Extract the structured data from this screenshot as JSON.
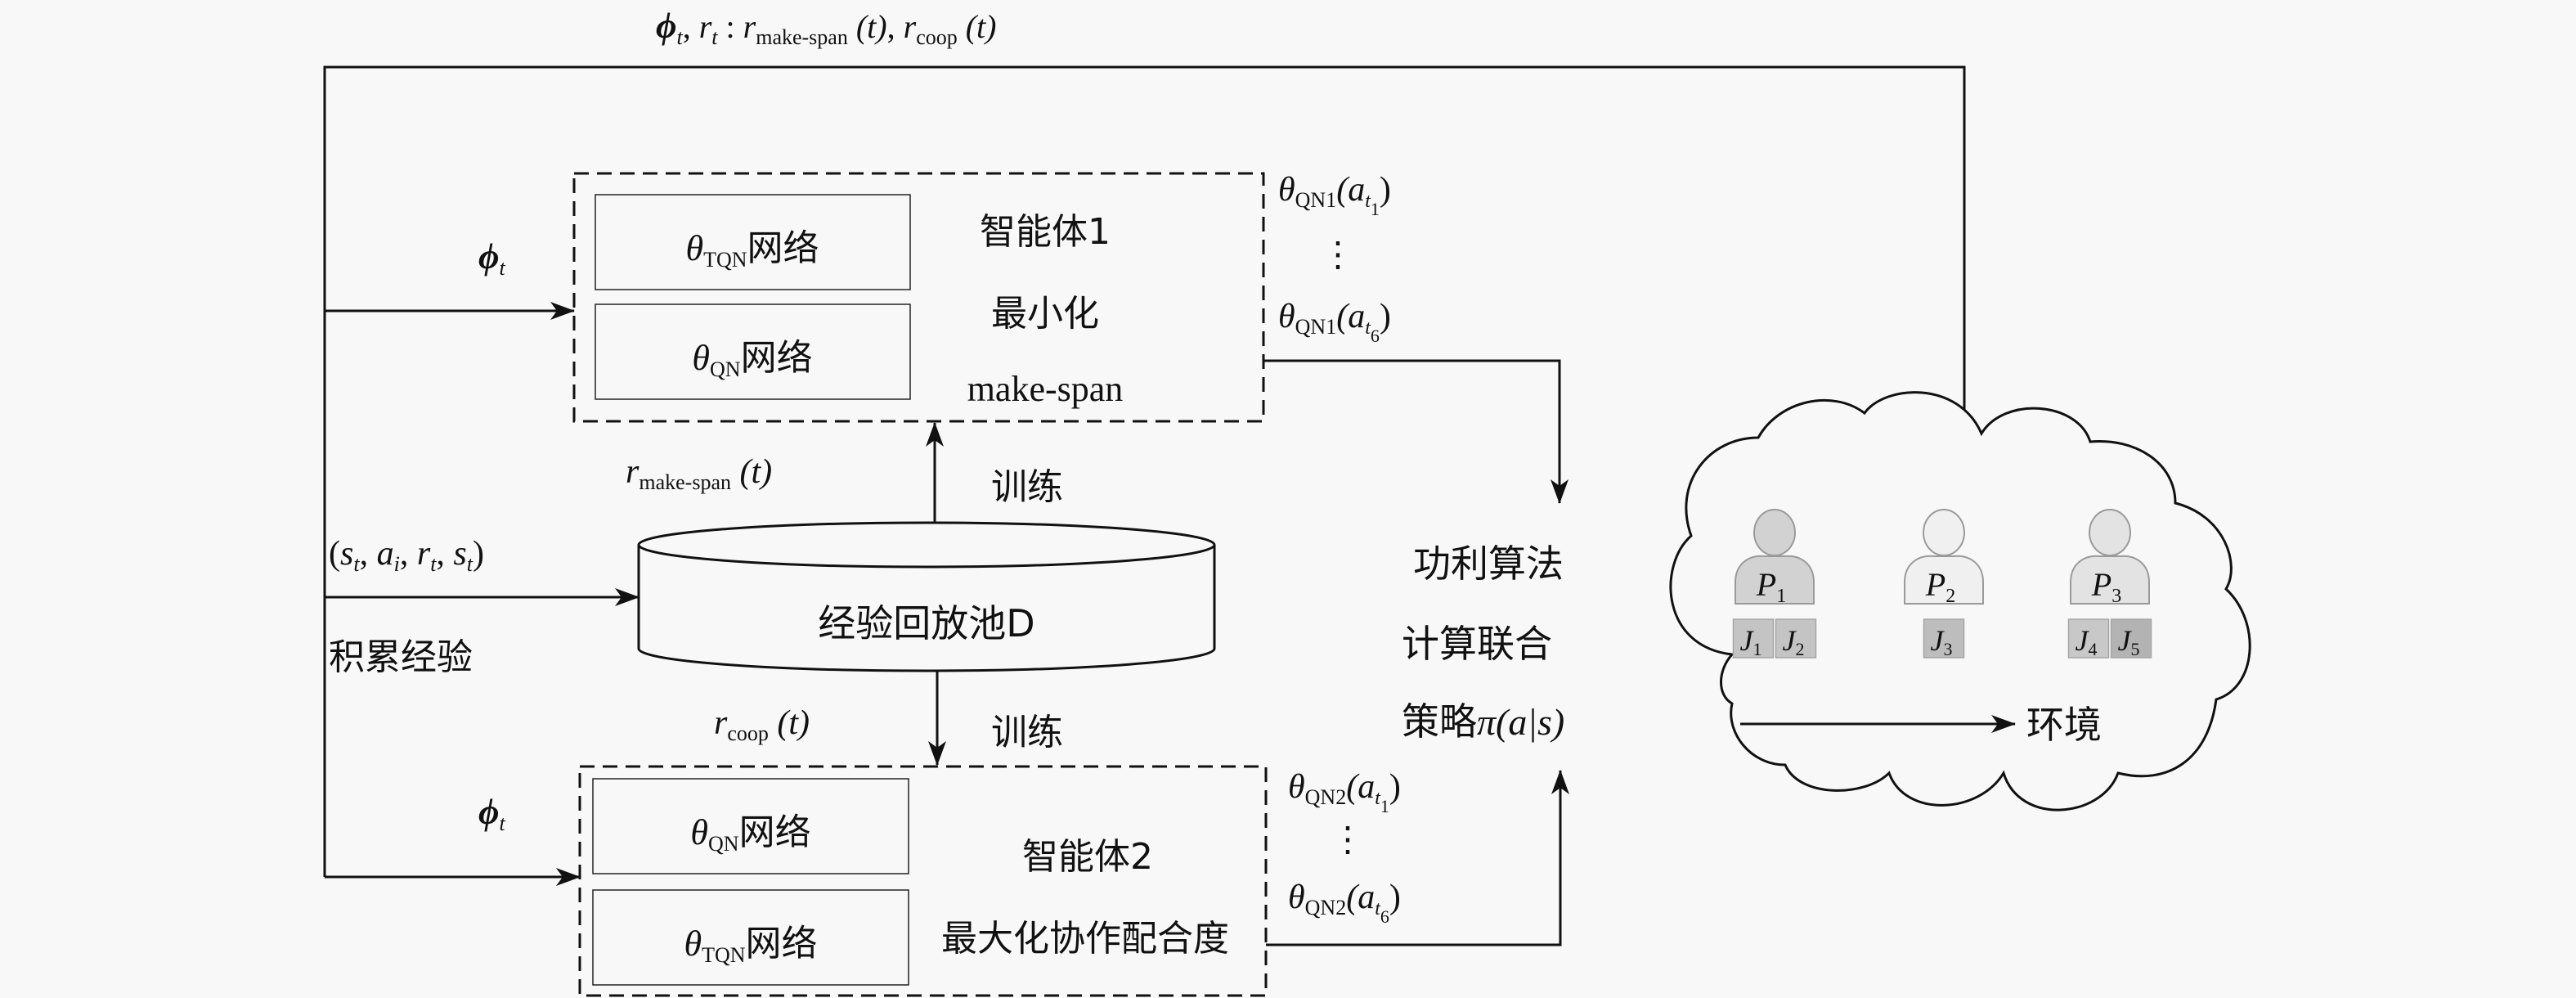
{
  "diagram": {
    "title": {
      "phi": "ϕ",
      "phi_sub": "t",
      "sep1": ", ",
      "r": "r",
      "r_sub": "t",
      "colon": " : ",
      "r1": "r",
      "r1_sub": "make-span",
      "r1_arg": " (t)",
      "sep2": ", ",
      "r2": "r",
      "r2_sub": "coop",
      "r2_arg": " (t)"
    },
    "phi_label_top": {
      "base": "ϕ",
      "sub": "t"
    },
    "phi_label_bottom": {
      "base": "ϕ",
      "sub": "t"
    },
    "transition_tuple": "(s_t, a_i, r_t, s_t)",
    "transition_parts": {
      "open": "(",
      "s1": "s",
      "s1_sub": "t",
      "c1": ", ",
      "a": "a",
      "a_sub": "i",
      "c2": ", ",
      "r": "r",
      "r_sub": "t",
      "c3": ", ",
      "s2": "s",
      "s2_sub": "t",
      "close": ")"
    },
    "accumulate_label": "积累经验",
    "agent1": {
      "net_top": {
        "theta": "θ",
        "sub": "TQN",
        "label": "网络"
      },
      "net_bottom": {
        "theta": "θ",
        "sub": "QN",
        "label": "网络"
      },
      "title": "智能体1",
      "goal_line1": "最小化",
      "goal_line2": "make-span",
      "outputs": [
        {
          "theta": "θ",
          "sub": "QN1",
          "arg_open": "(a",
          "arg_sub": "t",
          "arg_subsub": "1",
          "arg_close": ")"
        },
        {
          "ellipsis": "⋮"
        },
        {
          "theta": "θ",
          "sub": "QN1",
          "arg_open": "(a",
          "arg_sub": "t",
          "arg_subsub": "6",
          "arg_close": ")"
        }
      ]
    },
    "agent2": {
      "net_top": {
        "theta": "θ",
        "sub": "QN",
        "label": "网络"
      },
      "net_bottom": {
        "theta": "θ",
        "sub": "TQN",
        "label": "网络"
      },
      "title": "智能体2",
      "goal": "最大化协作配合度",
      "outputs": [
        {
          "theta": "θ",
          "sub": "QN2",
          "arg_open": "(a",
          "arg_sub": "t",
          "arg_subsub": "1",
          "arg_close": ")"
        },
        {
          "ellipsis": "⋮"
        },
        {
          "theta": "θ",
          "sub": "QN2",
          "arg_open": "(a",
          "arg_sub": "t",
          "arg_subsub": "6",
          "arg_close": ")"
        }
      ]
    },
    "replay_buffer": {
      "label": "经验回放池D"
    },
    "reward_makespan": {
      "r": "r",
      "sub": "make-span",
      "arg": " (t)"
    },
    "reward_coop": {
      "r": "r",
      "sub": "coop",
      "arg": " (t)"
    },
    "train_label_up": "训练",
    "train_label_down": "训练",
    "policy": {
      "line1": "功利算法",
      "line2": "计算联合",
      "line3_prefix": "策略",
      "line3_math": "π(a|s)"
    },
    "environment": {
      "label": "环境",
      "persons": [
        {
          "base": "P",
          "sub": "1",
          "fill": "#d2d2d2",
          "jobs": [
            {
              "base": "J",
              "sub": "1",
              "fill": "#c4c4c4"
            },
            {
              "base": "J",
              "sub": "2",
              "fill": "#c4c4c4"
            }
          ]
        },
        {
          "base": "P",
          "sub": "2",
          "fill": "#f0f0f0",
          "jobs": [
            {
              "base": "J",
              "sub": "3",
              "fill": "#bdbdbd"
            }
          ]
        },
        {
          "base": "P",
          "sub": "3",
          "fill": "#e3e3e3",
          "jobs": [
            {
              "base": "J",
              "sub": "4",
              "fill": "#c8c8c8"
            },
            {
              "base": "J",
              "sub": "5",
              "fill": "#b3b3b3"
            }
          ]
        }
      ]
    },
    "colors": {
      "stroke": "#111111",
      "background": "#f8f8f8"
    }
  }
}
